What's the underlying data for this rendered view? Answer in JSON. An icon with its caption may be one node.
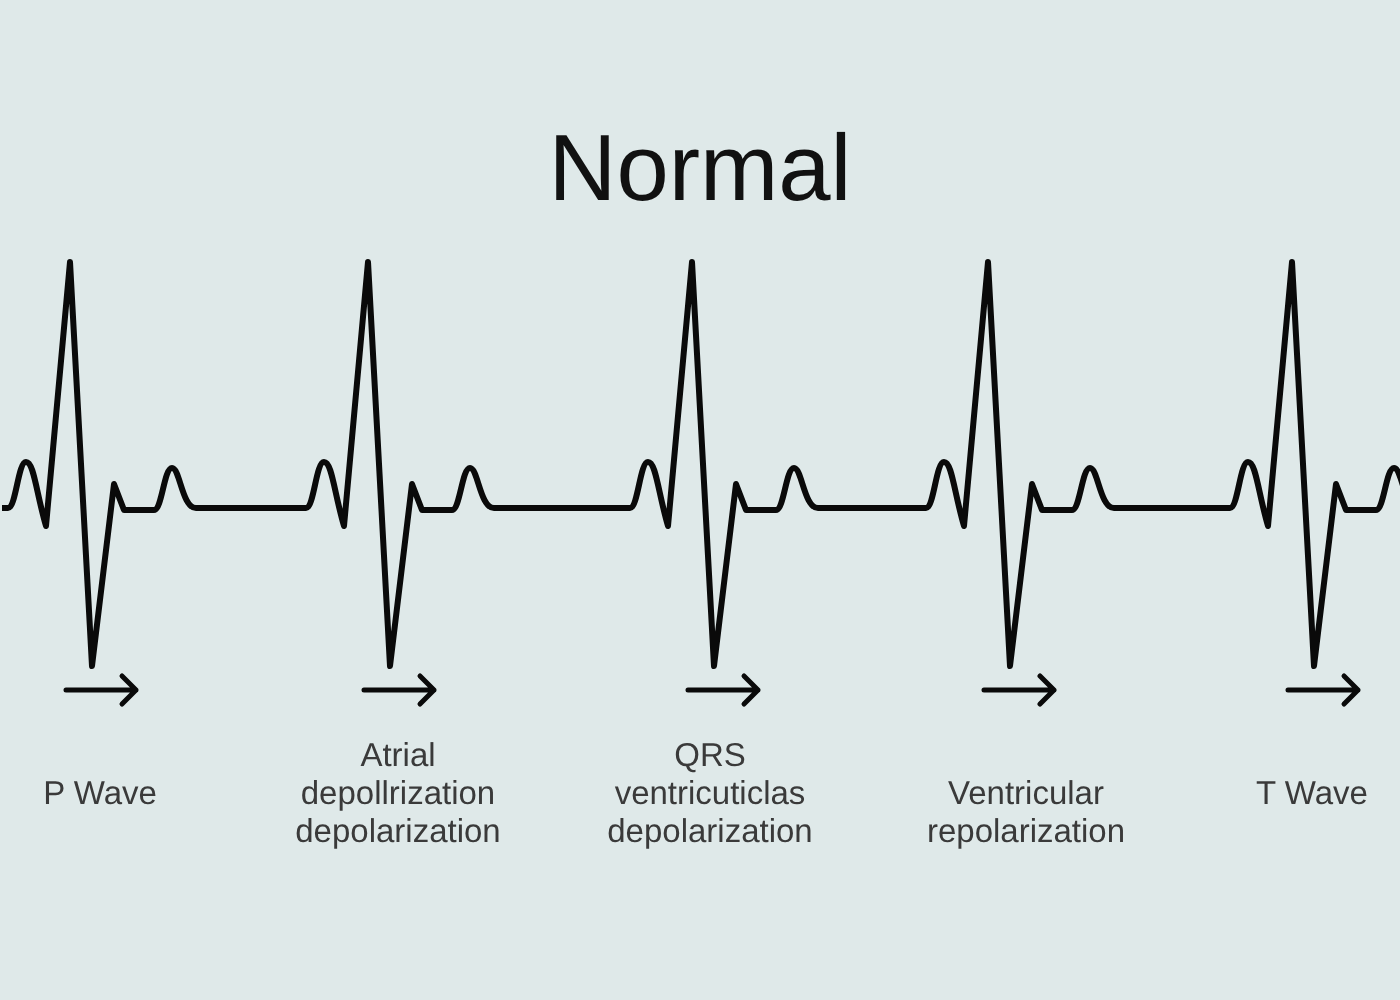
{
  "diagram": {
    "title": "Normal",
    "labels": [
      "P Wave",
      "Atrial depollrization depolarization",
      "QRS ventricuticlas depolarization",
      "Ventricular repolarization",
      "T Wave"
    ]
  }
}
